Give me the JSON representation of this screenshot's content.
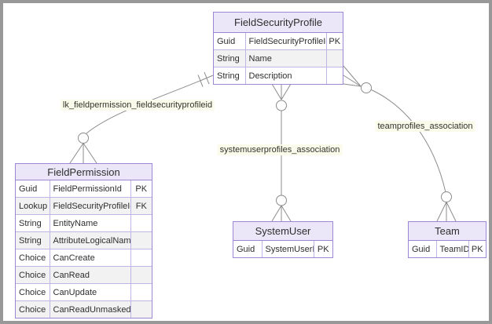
{
  "colors": {
    "entity_border": "#9c87d4",
    "entity_header_fill": "#ebe7f8",
    "row_alt_fill": "#f2f2f2",
    "row_fill": "#ffffff",
    "relationship_line": "#8c8c8c",
    "label_background": "#fbfbec",
    "text": "#2e2e2e",
    "frame": "#989898"
  },
  "entities": [
    {
      "title": "FieldSecurityProfile",
      "rows": [
        {
          "type": "Guid",
          "name": "FieldSecurityProfileId",
          "key": "PK"
        },
        {
          "type": "String",
          "name": "Name",
          "key": ""
        },
        {
          "type": "String",
          "name": "Description",
          "key": ""
        }
      ]
    },
    {
      "title": "FieldPermission",
      "rows": [
        {
          "type": "Guid",
          "name": "FieldPermissionId",
          "key": "PK"
        },
        {
          "type": "Lookup",
          "name": "FieldSecurityProfileId",
          "key": "FK"
        },
        {
          "type": "String",
          "name": "EntityName",
          "key": ""
        },
        {
          "type": "String",
          "name": "AttributeLogicalName",
          "key": ""
        },
        {
          "type": "Choice",
          "name": "CanCreate",
          "key": ""
        },
        {
          "type": "Choice",
          "name": "CanRead",
          "key": ""
        },
        {
          "type": "Choice",
          "name": "CanUpdate",
          "key": ""
        },
        {
          "type": "Choice",
          "name": "CanReadUnmasked",
          "key": ""
        }
      ]
    },
    {
      "title": "SystemUser",
      "rows": [
        {
          "type": "Guid",
          "name": "SystemUserId",
          "key": "PK"
        }
      ]
    },
    {
      "title": "Team",
      "rows": [
        {
          "type": "Guid",
          "name": "TeamID",
          "key": "PK"
        }
      ]
    }
  ],
  "relationships": [
    {
      "label": "lk_fieldpermission_fieldsecurityprofileid",
      "from": "FieldSecurityProfile",
      "to": "FieldPermission",
      "from_cardinality": "exactly-one",
      "to_cardinality": "zero-or-many"
    },
    {
      "label": "systemuserprofiles_association",
      "from": "FieldSecurityProfile",
      "to": "SystemUser",
      "from_cardinality": "zero-or-many",
      "to_cardinality": "zero-or-many"
    },
    {
      "label": "teamprofiles_association",
      "from": "FieldSecurityProfile",
      "to": "Team",
      "from_cardinality": "zero-or-many",
      "to_cardinality": "zero-or-many"
    }
  ]
}
